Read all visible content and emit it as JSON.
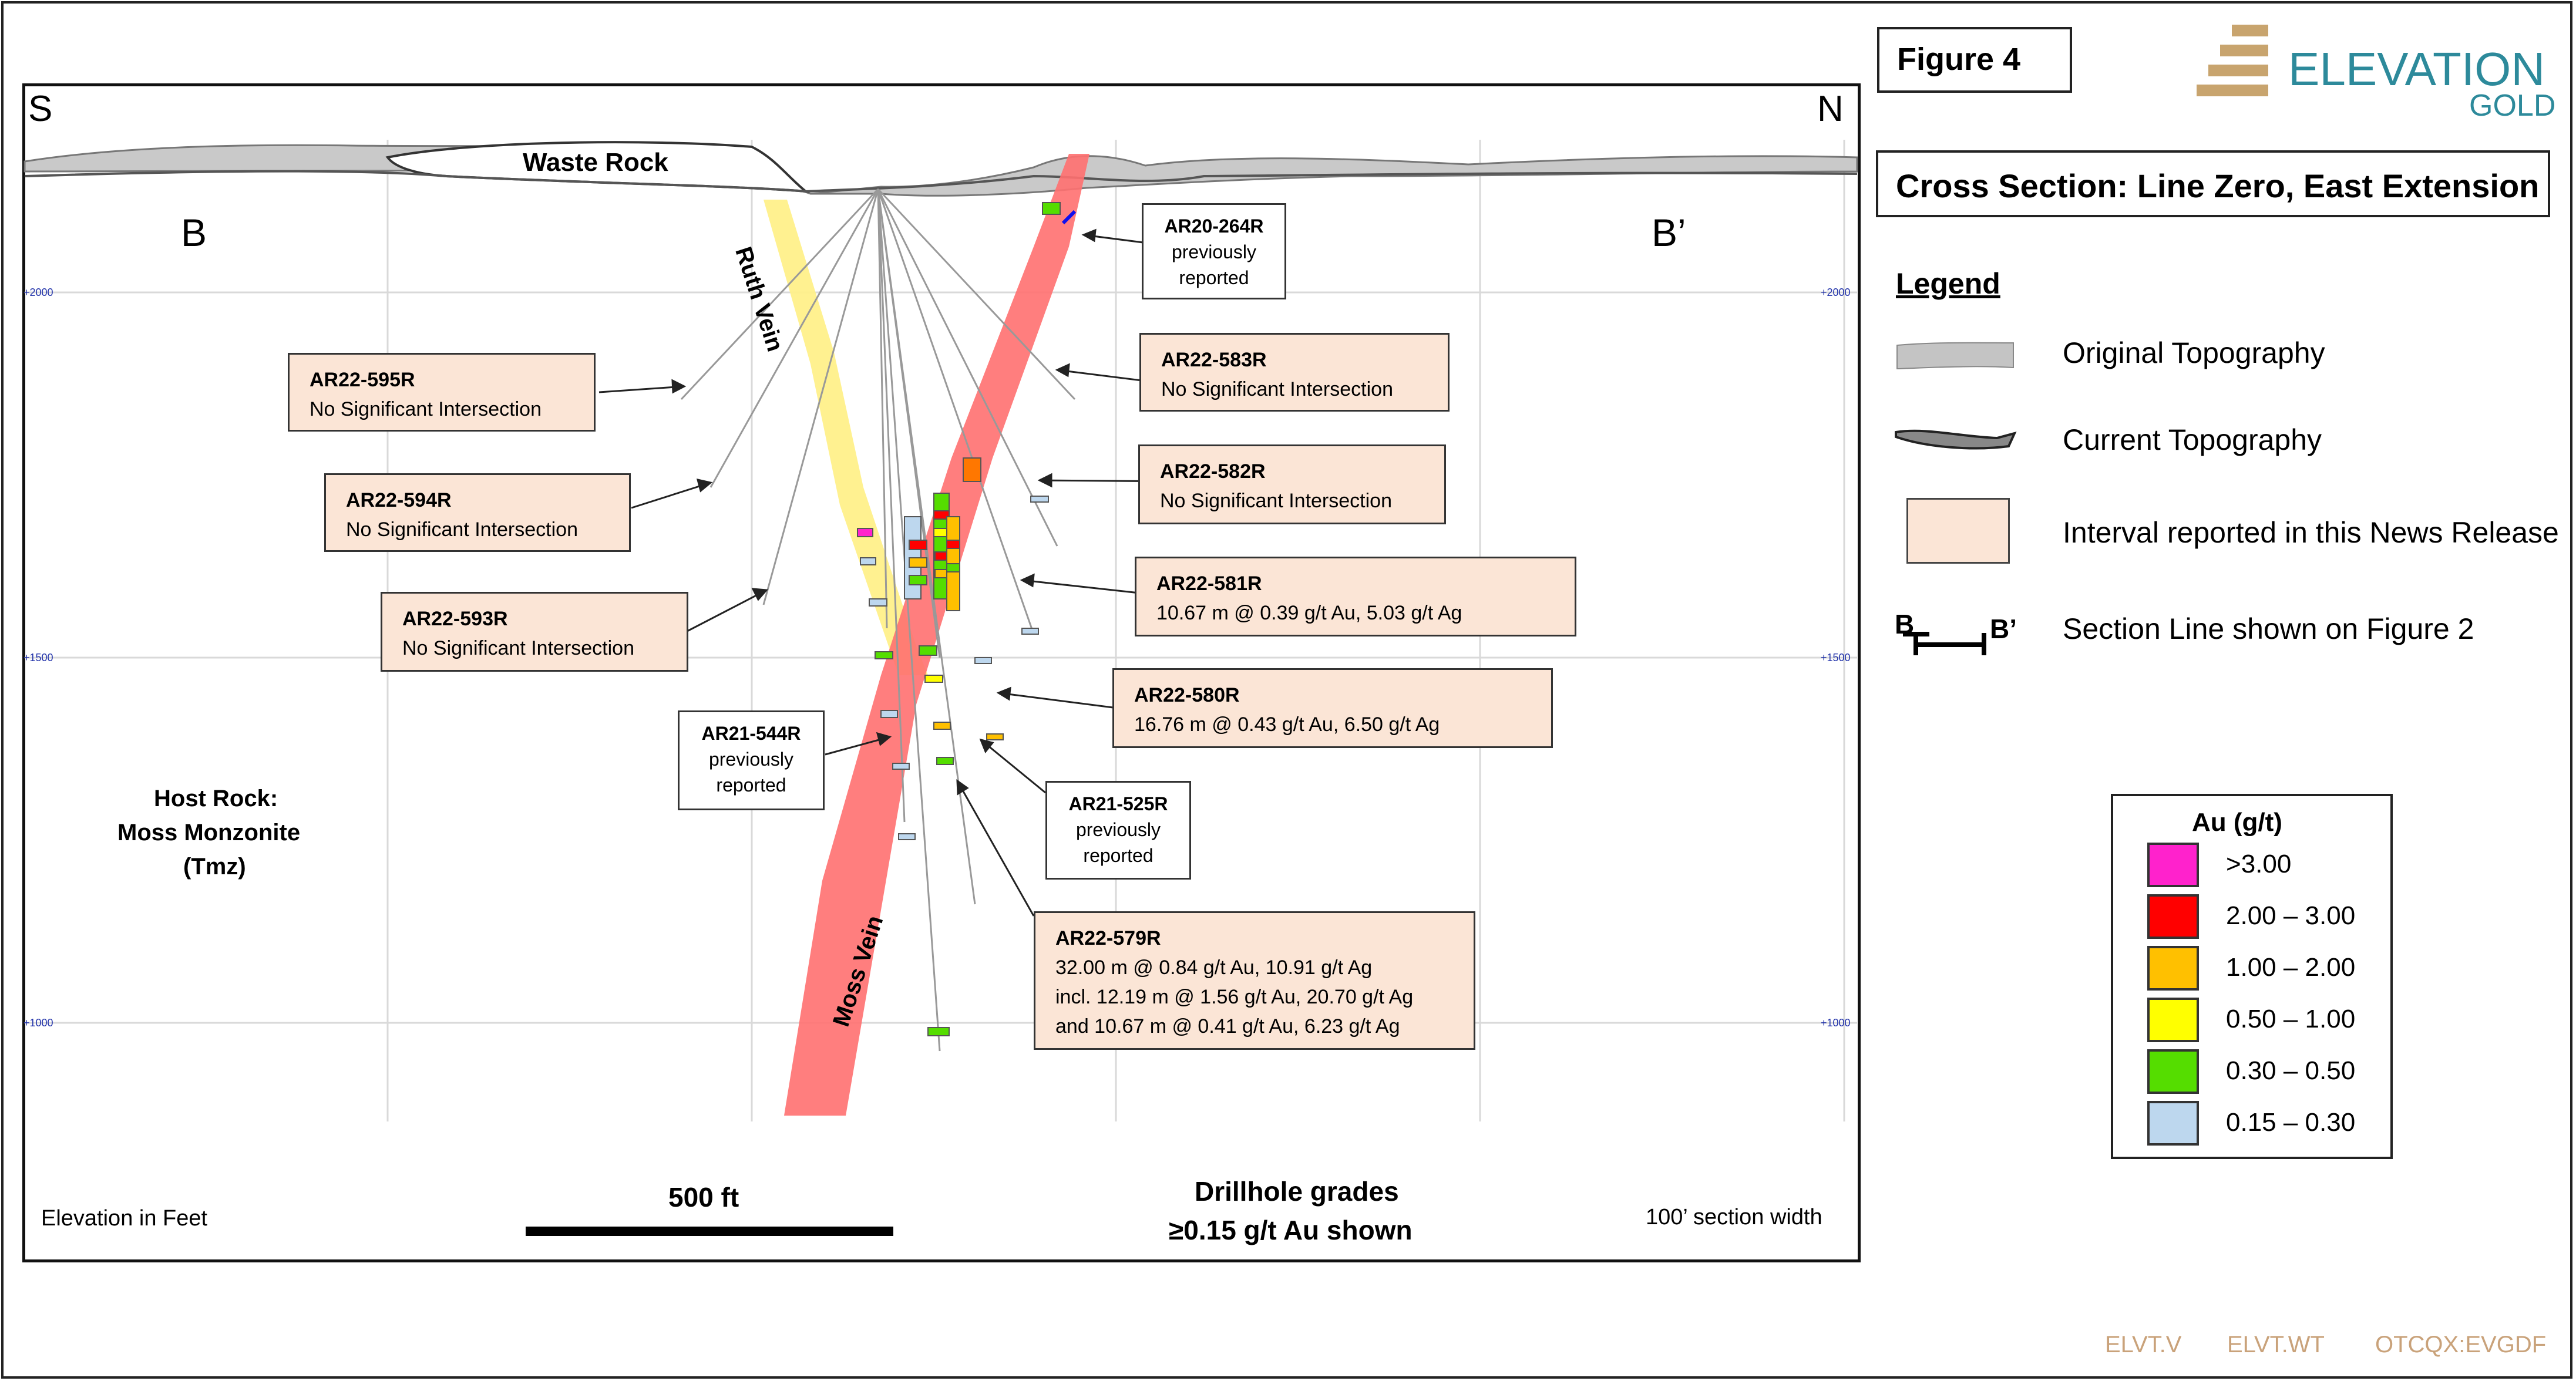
{
  "figure_label": "Figure 4",
  "title": "Cross Section: Line Zero, East Extension",
  "logo": {
    "word1": "ELEVATION",
    "word2": "GOLD"
  },
  "section": {
    "left_compass": "S",
    "right_compass": "N",
    "left_point": "B",
    "right_point": "B’",
    "waste_rock": "Waste Rock",
    "ruth_vein": "Ruth Vein",
    "moss_vein": "Moss Vein",
    "host_rock": [
      "Host Rock:",
      "Moss Monzonite",
      "(Tmz)"
    ],
    "elevation_ticks": [
      "+2000",
      "+1500",
      "+1000"
    ],
    "elevation_note": "Elevation in Feet",
    "scale_label": "500 ft",
    "grades_note": [
      "Drillhole grades",
      "≥0.15 g/t Au shown"
    ],
    "width_note": "100’ section width"
  },
  "holes": [
    {
      "id": "AR20-264R",
      "lines": [
        "previously",
        "reported"
      ]
    },
    {
      "id": "AR22-583R",
      "lines": [
        "No Significant Intersection"
      ]
    },
    {
      "id": "AR22-595R",
      "lines": [
        "No Significant Intersection"
      ]
    },
    {
      "id": "AR22-582R",
      "lines": [
        "No Significant Intersection"
      ]
    },
    {
      "id": "AR22-594R",
      "lines": [
        "No Significant Intersection"
      ]
    },
    {
      "id": "AR22-581R",
      "lines": [
        "10.67 m @ 0.39 g/t Au, 5.03 g/t Ag"
      ]
    },
    {
      "id": "AR22-593R",
      "lines": [
        "No Significant Intersection"
      ]
    },
    {
      "id": "AR22-580R",
      "lines": [
        "16.76 m @ 0.43 g/t Au, 6.50 g/t Ag"
      ]
    },
    {
      "id": "AR21-544R",
      "lines": [
        "previously",
        "reported"
      ]
    },
    {
      "id": "AR21-525R",
      "lines": [
        "previously",
        "reported"
      ]
    },
    {
      "id": "AR22-579R",
      "lines": [
        "32.00 m @ 0.84 g/t Au, 10.91 g/t Ag",
        "incl. 12.19 m @ 1.56 g/t Au, 20.70 g/t Ag",
        "and 10.67 m @ 0.41 g/t Au, 6.23 g/t Ag"
      ]
    }
  ],
  "legend": {
    "heading": "Legend",
    "items": [
      {
        "label": "Original Topography"
      },
      {
        "label": "Current Topography"
      },
      {
        "label": "Interval reported in this News Release"
      },
      {
        "label": "Section Line shown on Figure 2",
        "sym_left": "B",
        "sym_right": "B’"
      }
    ]
  },
  "grade_scale": {
    "title": "Au (g/t)",
    "items": [
      {
        "label": ">3.00",
        "color": "#ff22cc"
      },
      {
        "label": "2.00 – 3.00",
        "color": "#ff0000"
      },
      {
        "label": "1.00 – 2.00",
        "color": "#ffc000"
      },
      {
        "label": "0.50 – 1.00",
        "color": "#ffff00"
      },
      {
        "label": "0.30 – 0.50",
        "color": "#55dd00"
      },
      {
        "label": "0.15 – 0.30",
        "color": "#bdd7ee"
      }
    ]
  },
  "tickers": [
    "ELVT.V",
    "ELVT.WT",
    "OTCQX:EVGDF"
  ],
  "colors": {
    "box_fill": "#fbe5d6",
    "moss_vein": "#ff7070",
    "ruth_vein": "#fff08a",
    "brand": "#2d8a9b",
    "logo_bars": "#c8a46e",
    "ticker": "#c9a27a"
  }
}
